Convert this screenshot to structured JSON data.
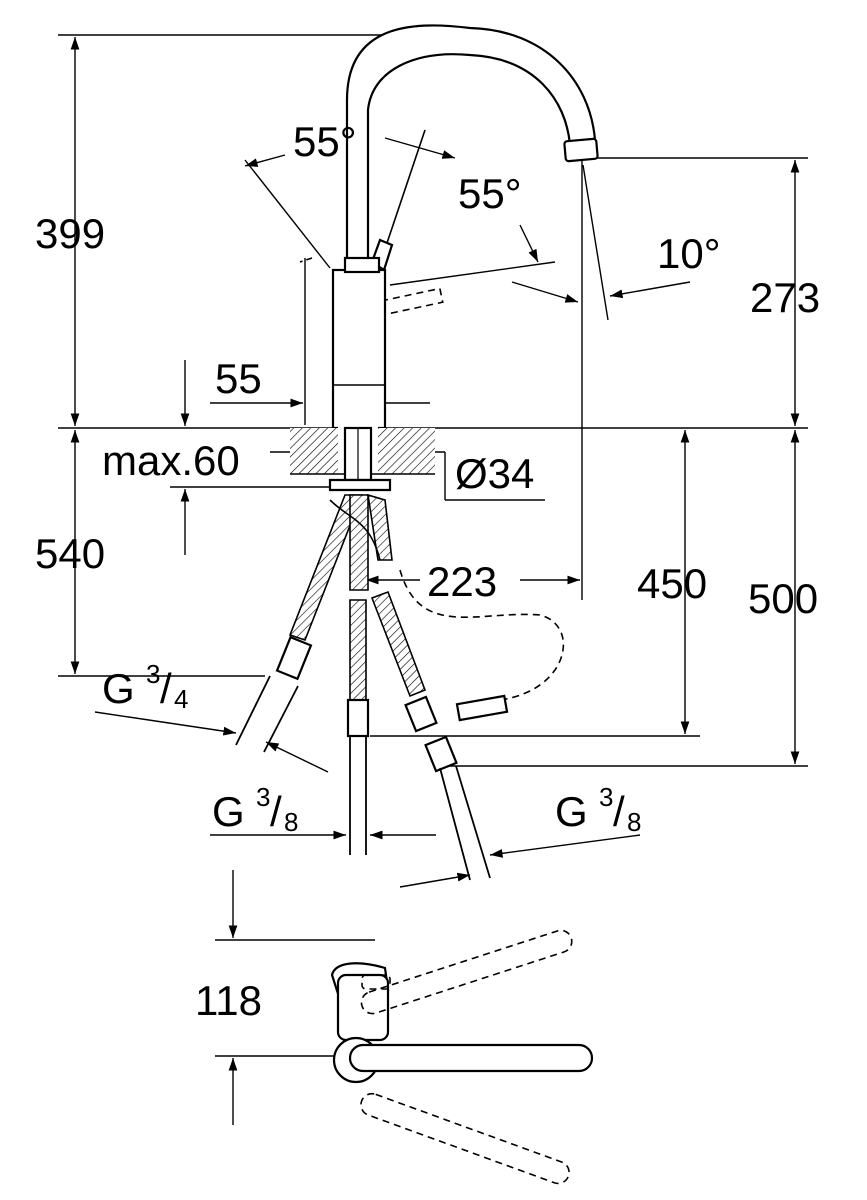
{
  "dimensions": {
    "spout_height": "399",
    "angle_left": "55°",
    "angle_right": "55°",
    "spout_tilt": "10°",
    "spout_outlet_height": "273",
    "handle_offset": "55",
    "max_counter_thickness": "max.60",
    "mounting_hole": "Ø34",
    "below_counter_total": "540",
    "spout_reach": "223",
    "hose_length_short": "450",
    "hose_length_long": "500",
    "top_view_handle": "118"
  },
  "thread_labels": {
    "main_connection": {
      "base": "G",
      "num": "3",
      "den": "4"
    },
    "cold_connection": {
      "base": "G",
      "num": "3",
      "den": "8"
    },
    "hot_connection": {
      "base": "G",
      "num": "3",
      "den": "8"
    }
  }
}
